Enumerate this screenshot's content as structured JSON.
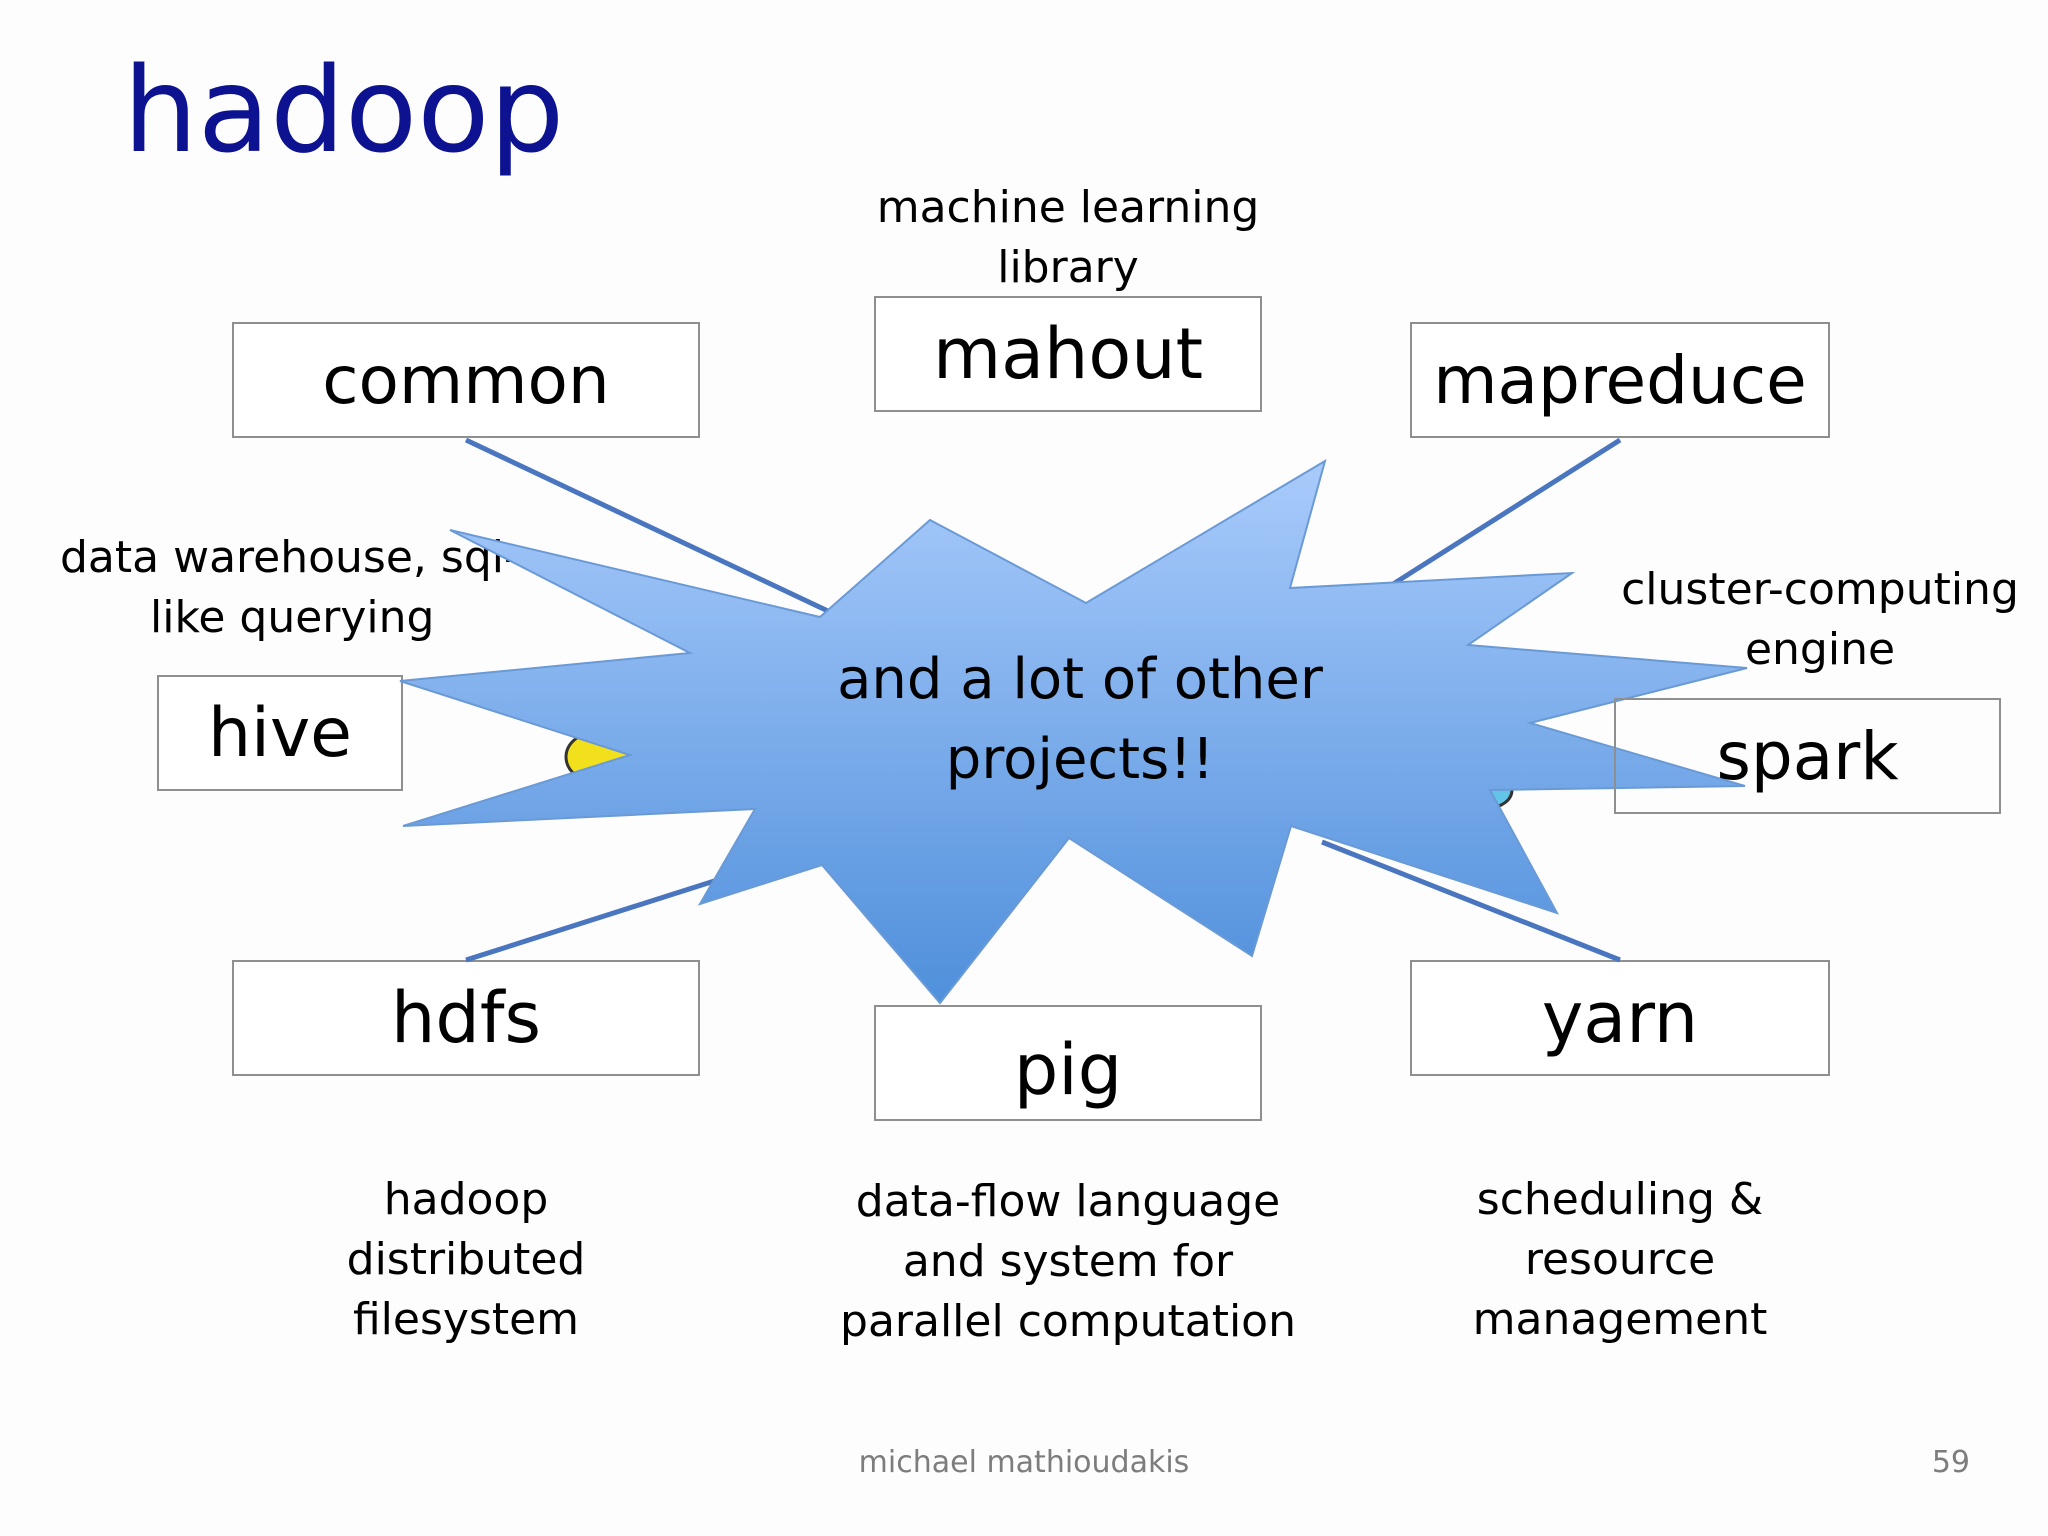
{
  "title": "hadoop",
  "components": {
    "common": {
      "name": "common"
    },
    "mahout": {
      "name": "mahout",
      "desc": [
        "machine learning",
        "library"
      ]
    },
    "mapreduce": {
      "name": "mapreduce"
    },
    "hive": {
      "name": "hive",
      "desc": [
        "data warehouse, sql-",
        "like querying"
      ]
    },
    "spark": {
      "name": "spark",
      "desc": [
        "cluster-computing",
        "engine"
      ]
    },
    "hdfs": {
      "name": "hdfs",
      "desc": [
        "hadoop",
        "distributed",
        "filesystem"
      ]
    },
    "pig": {
      "name": "pig",
      "desc": [
        "data-flow language",
        "and system for",
        "parallel computation"
      ]
    },
    "yarn": {
      "name": "yarn",
      "desc": [
        "scheduling &",
        "resource",
        "management"
      ]
    }
  },
  "callout": {
    "lines": [
      "and a lot of other",
      "projects!!"
    ]
  },
  "footer": {
    "author": "michael mathioudakis",
    "page": "59"
  },
  "colors": {
    "title": "#0d1290",
    "star_top": "#a9cbfb",
    "star_bottom": "#4f8fdb",
    "connector": "#4a76c0"
  }
}
